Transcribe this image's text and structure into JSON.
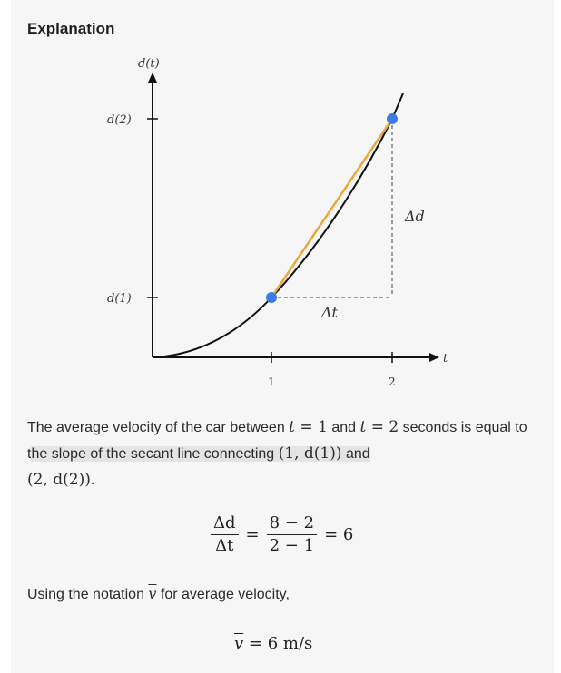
{
  "heading": "Explanation",
  "graph": {
    "y_axis_label": "d(t)",
    "x_axis_label": "t",
    "y_tick_labels": [
      "d(2)",
      "d(1)"
    ],
    "x_tick_labels": [
      "1",
      "2"
    ],
    "delta_d_label": "Δd",
    "delta_t_label": "Δt",
    "curve_color": "#111111",
    "secant_color": "#e8a93a",
    "point_color": "#3a7de6"
  },
  "text": {
    "p1_a": "The average velocity of the car between ",
    "p1_t1": "t",
    "p1_eq1": " = 1",
    "p1_and": " and ",
    "p1_t2": "t",
    "p1_eq2": " = 2",
    "p1_b": " seconds is equal to t",
    "p1_hl": "he slope of the secant line connecting ",
    "p1_pt1": "(1, d(1))",
    "p1_and2": " and",
    "p1_pt2": "(2, d(2))",
    "p1_end": "."
  },
  "equation": {
    "num1": "Δd",
    "den1": "Δt",
    "eq1": "=",
    "num2": "8 − 2",
    "den2": "2 − 1",
    "eq2": "= 6"
  },
  "text2": {
    "a": "Using the notation ",
    "v": "v",
    "b": " for average velocity,"
  },
  "result": {
    "v": "v",
    "rest": " = 6 m/s"
  }
}
